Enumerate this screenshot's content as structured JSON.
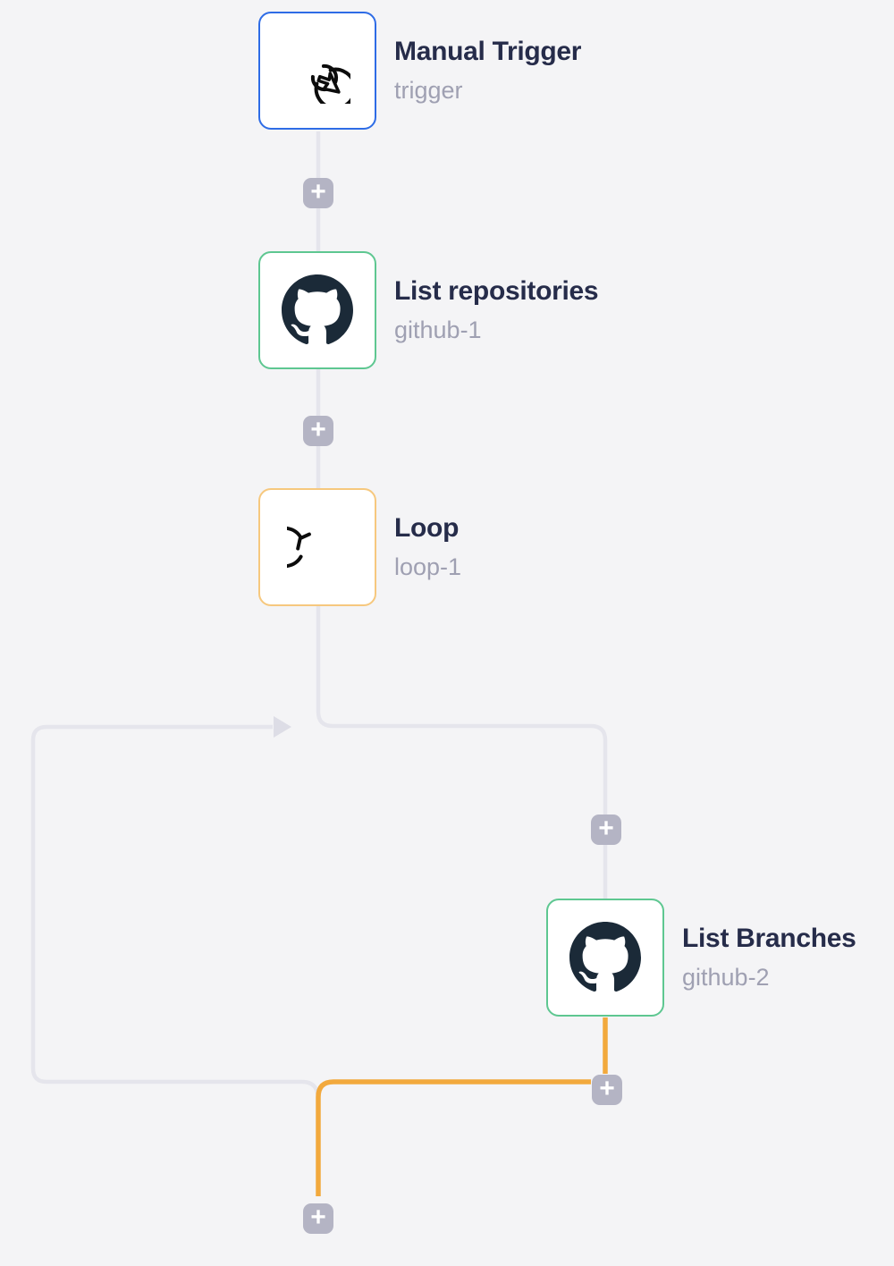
{
  "ui": {
    "add_label": "+"
  },
  "colors": {
    "background": "#f4f4f6",
    "trigger_border": "#2e6ce6",
    "github_border": "#5ec791",
    "loop_border": "#f6c87e",
    "connector": "#e5e5ec",
    "connector_arrow": "#dddde6",
    "loop_exit_path": "#f2a93d",
    "plus_background": "#b4b4c4",
    "title_text": "#262c4a",
    "subtitle_text": "#9fa0b2",
    "github_icon": "#1b2a38",
    "stroke_icon": "#0c0c0c"
  },
  "nodes": [
    {
      "title": "Manual Trigger",
      "subtitle": "trigger",
      "icon": "cursor-click-icon"
    },
    {
      "title": "List repositories",
      "subtitle": "github-1",
      "icon": "github-icon"
    },
    {
      "title": "Loop",
      "subtitle": "loop-1",
      "icon": "loop-icon"
    },
    {
      "title": "List Branches",
      "subtitle": "github-2",
      "icon": "github-icon"
    }
  ]
}
